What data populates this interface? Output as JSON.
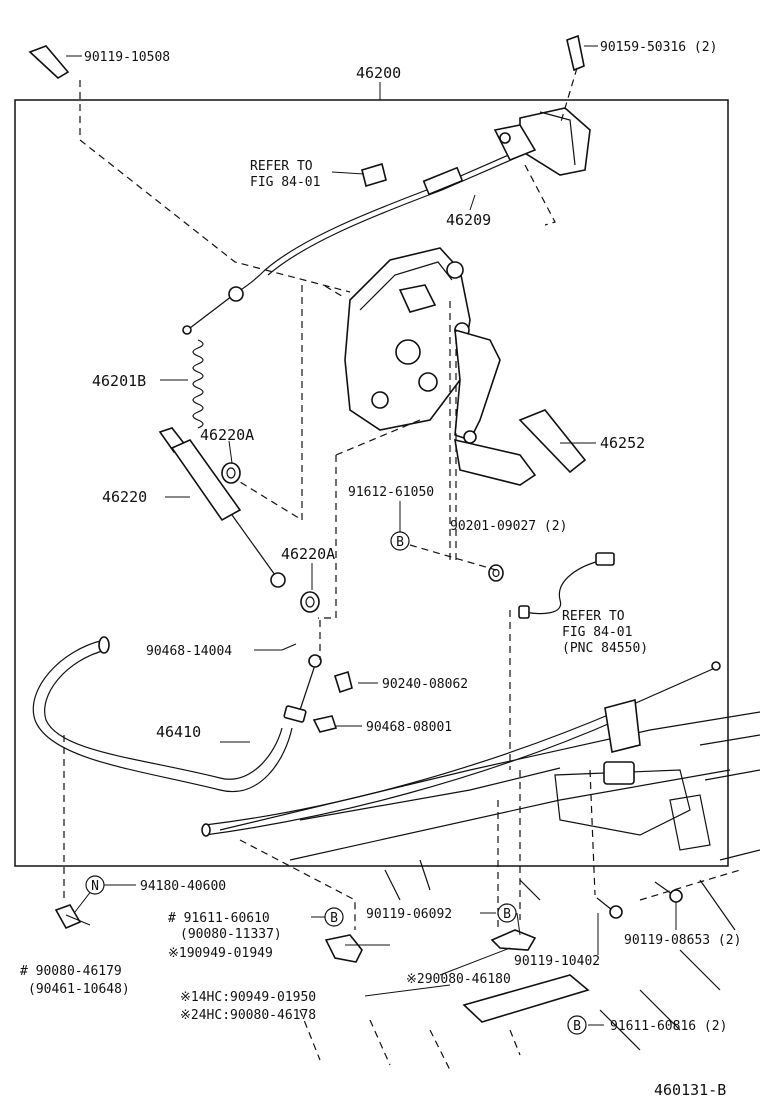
{
  "labels": {
    "l_90119_10508": "90119-10508",
    "l_90159_50316": "90159-50316 (2)",
    "l_46200": "46200",
    "l_refer1_a": "REFER TO",
    "l_refer1_b": "FIG 84-01",
    "l_46209": "46209",
    "l_46201B": "46201B",
    "l_46220A_1": "46220A",
    "l_46220": "46220",
    "l_46252": "46252",
    "l_91612_61050": "91612-61050",
    "l_90201_09027": "90201-09027 (2)",
    "l_46220A_2": "46220A",
    "l_refer2_a": "REFER TO",
    "l_refer2_b": "FIG 84-01",
    "l_refer2_c": "(PNC 84550)",
    "l_90468_14004": "90468-14004",
    "l_90240_08062": "90240-08062",
    "l_46410": "46410",
    "l_90468_08001": "90468-08001",
    "l_94180_40600": "94180-40600",
    "l_91611_60610": "# 91611-60610",
    "l_90080_11337": "(90080-11337)",
    "l_190949_01949": "※190949-01949",
    "l_90119_06092": "90119-06092",
    "l_90119_08653": "90119-08653 (2)",
    "l_90080_46179": "# 90080-46179",
    "l_90461_10648": "(90461-10648)",
    "l_290080_46180": "※290080-46180",
    "l_90119_10402": "90119-10402",
    "l_14hc": "※14HC:90949-01950",
    "l_24hc": "※24HC:90080-46178",
    "l_91611_60816": "91611-60816 (2)",
    "l_footer": "460131-B"
  },
  "markers": {
    "b": "B",
    "n": "N"
  }
}
